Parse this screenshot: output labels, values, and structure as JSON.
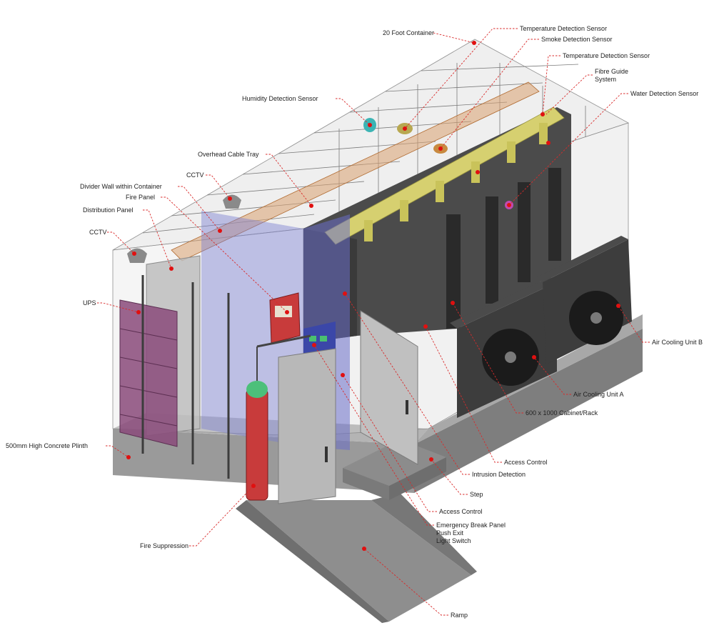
{
  "labels": {
    "container": "20 Foot Container",
    "temp_sensor_1": "Temperature Detection Sensor",
    "smoke_sensor": "Smoke Detection Sensor",
    "temp_sensor_2": "Temperature Detection Sensor",
    "fibre_guide_line1": "Fibre Guide",
    "fibre_guide_line2": "System",
    "water_sensor": "Water Detection Sensor",
    "humidity_sensor": "Humidity Detection Sensor",
    "cable_tray": "Overhead Cable Tray",
    "cctv_upper": "CCTV",
    "divider_wall": "Divider Wall within Container",
    "fire_panel": "Fire Panel",
    "distribution_panel": "Distribution Panel",
    "cctv_left": "CCTV",
    "ups": "UPS",
    "air_cooling_b": "Air Cooling Unit B",
    "air_cooling_a": "Air Cooling Unit A",
    "cabinet_rack": "600 x 1000 Cabinet/Rack",
    "access_control_right": "Access Control",
    "intrusion_detection": "Intrusion Detection",
    "plinth": "500mm High Concrete Plinth",
    "step": "Step",
    "access_control_door": "Access Control",
    "emergency_line1": "Emergency Break Panel",
    "emergency_line2": "Push Exit",
    "emergency_line3": "Light Switch",
    "fire_suppression": "Fire Suppression",
    "ramp": "Ramp"
  },
  "colors": {
    "marker": "#e01010",
    "leader": "#d92b2b",
    "ups": "#8a4a7a",
    "divider": "#7b7fd0",
    "cylinder": "#c83b3b",
    "cable_tray": "#d8a070",
    "fibre_guide": "#d6d070",
    "cooling_unit": "#3d3d3d",
    "concrete": "#8a8a8a"
  }
}
